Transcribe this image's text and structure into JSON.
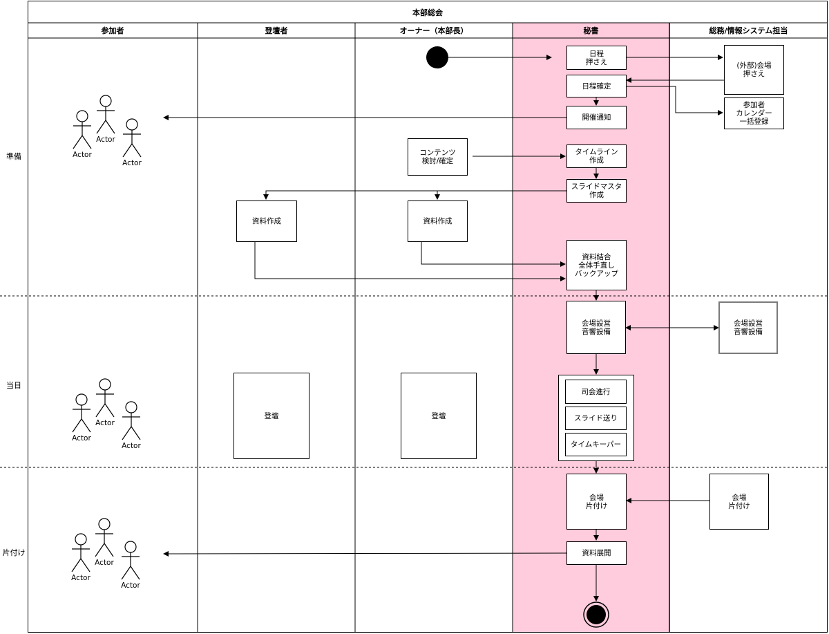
{
  "diagram": {
    "title": "本部総会",
    "lanes": [
      "参加者",
      "登壇者",
      "オーナー（本部長）",
      "秘書",
      "総務/情報システム担当"
    ],
    "phases": [
      "準備",
      "当日",
      "片付け"
    ],
    "nodes": {
      "schedule_hold": "日程\n押さえ",
      "venue_hold": "(外部)会場\n押さえ",
      "schedule_confirm": "日程確定",
      "calendar_register": "参加者\nカレンダー\n一括登録",
      "notice": "開催通知",
      "content_review": "コンテンツ\n検討/確定",
      "timeline": "タイムライン\n作成",
      "slide_master": "スライドマスタ\n作成",
      "speaker_materials": "資料作成",
      "owner_materials": "資料作成",
      "merge_materials": "資料結合\n全体手直し\nバックアップ",
      "venue_setup_secretary": "会場設営\n音響設備",
      "venue_setup_admin": "会場設営\n音響設備",
      "mc": "司会進行",
      "slide_advance": "スライド送り",
      "timekeeper": "タイムキーパー",
      "speaker_present": "登壇",
      "owner_present": "登壇",
      "cleanup_secretary": "会場\n片付け",
      "cleanup_admin": "会場\n片付け",
      "materials_share": "資料展開"
    },
    "actor_label": "Actor",
    "colors": {
      "secretary_lane_fill": "#ffccdd",
      "line": "#000000",
      "gray_border": "#7a7a7a"
    }
  }
}
